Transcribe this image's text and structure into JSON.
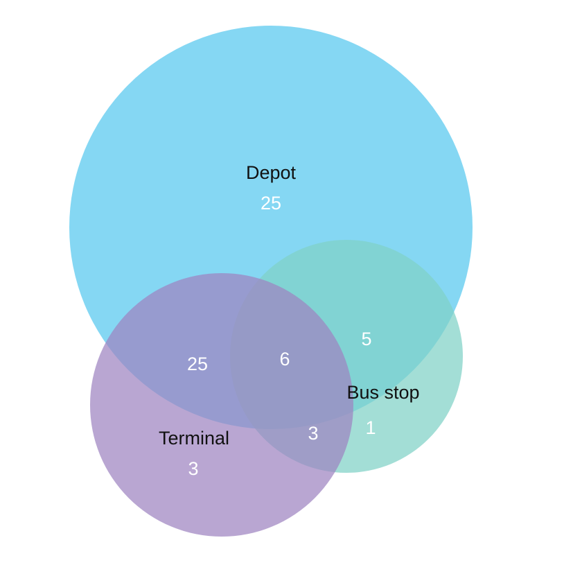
{
  "chart_data": {
    "type": "venn",
    "sets": [
      {
        "id": "depot",
        "name": "Depot",
        "color": "#56C8EE"
      },
      {
        "id": "busstop",
        "name": "Bus stop",
        "color": "#7FD1C6"
      },
      {
        "id": "terminal",
        "name": "Terminal",
        "color": "#9E84C0"
      }
    ],
    "regions": [
      {
        "id": "depot_only",
        "sets": [
          "Depot"
        ],
        "count": "25"
      },
      {
        "id": "depot_terminal",
        "sets": [
          "Depot",
          "Terminal"
        ],
        "count": "25"
      },
      {
        "id": "depot_busstop_terminal",
        "sets": [
          "Depot",
          "Bus stop",
          "Terminal"
        ],
        "count": "6"
      },
      {
        "id": "depot_busstop",
        "sets": [
          "Depot",
          "Bus stop"
        ],
        "count": "5"
      },
      {
        "id": "busstop_only",
        "sets": [
          "Bus stop"
        ],
        "count": "1"
      },
      {
        "id": "busstop_terminal",
        "sets": [
          "Bus stop",
          "Terminal"
        ],
        "count": "3"
      },
      {
        "id": "terminal_only",
        "sets": [
          "Terminal"
        ],
        "count": "3"
      }
    ],
    "label_color": "#111111",
    "count_color": "#ffffff"
  }
}
